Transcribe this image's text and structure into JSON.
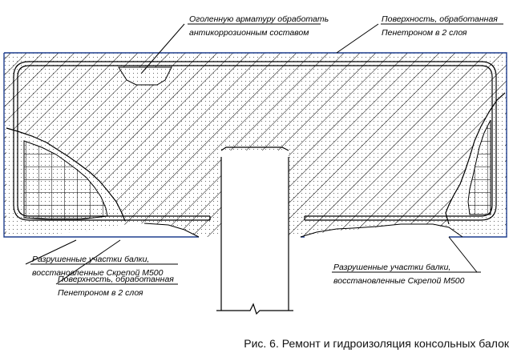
{
  "labels": {
    "top_left_1": "Оголенную арматуру обработать",
    "top_left_2": "антикоррозионным составом",
    "top_right_1": "Поверхность, обработанная",
    "top_right_2": "Пенетроном в 2 слоя",
    "mid_left_1": "Разрушенные участки балки,",
    "mid_left_2": "восстановленные Скрепой М500",
    "bot_left_1": "Поверхность, обработанная",
    "bot_left_2": "Пенетроном в 2 слоя",
    "mid_right_1": "Разрушенные участки балки,",
    "mid_right_2": "восстановленные Скрепой М500"
  },
  "caption": "Рис. 6. Ремонт и гидроизоляция консольных балок",
  "colors": {
    "beam_outline": "#1f3f8f",
    "hatch": "#000000",
    "repair_grid": "#000000",
    "rebar": "#000000"
  }
}
